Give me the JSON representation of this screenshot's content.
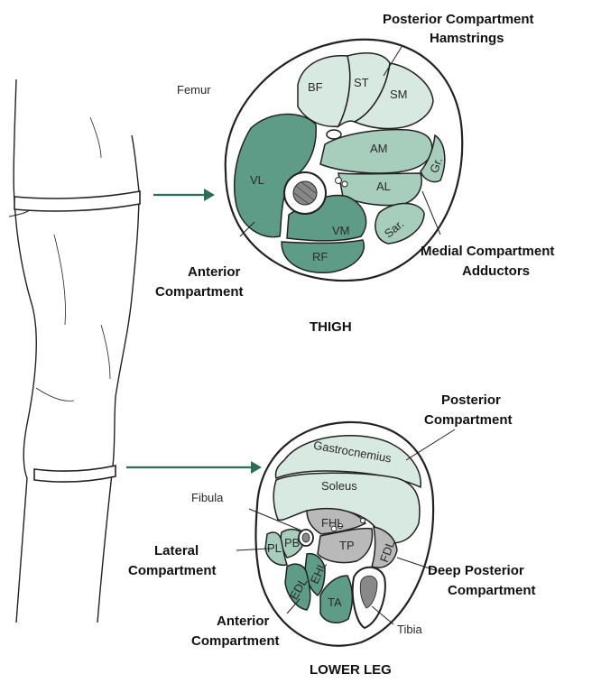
{
  "colors": {
    "posterior": "#d7e9e0",
    "anterior": "#5f9c87",
    "medial": "#a7cdbd",
    "deep": "#b9b9b9",
    "outline": "#222222",
    "arrow": "#2c6e55"
  },
  "thigh": {
    "title": "THIGH",
    "femur_label": "Femur",
    "posterior_label": [
      "Posterior Compartment",
      "Hamstrings"
    ],
    "medial_label": [
      "Medial Compartment",
      "Adductors"
    ],
    "anterior_label": [
      "Anterior",
      "Compartment"
    ],
    "muscles": {
      "bf": "BF",
      "st": "ST",
      "sm": "SM",
      "am": "AM",
      "gr": "Gr.",
      "al": "AL",
      "sar": "Sar.",
      "vl": "VL",
      "vm": "VM",
      "rf": "RF"
    }
  },
  "leg": {
    "title": "LOWER LEG",
    "posterior_label": [
      "Posterior",
      "Compartment"
    ],
    "fibula_label": "Fibula",
    "lateral_label": [
      "Lateral",
      "Compartment"
    ],
    "deep_label": [
      "Deep Posterior",
      "Compartment"
    ],
    "anterior_label": [
      "Anterior",
      "Compartment"
    ],
    "tibia_label": "Tibia",
    "muscles": {
      "gastrocnemius": "Gastrocnemius",
      "soleus": "Soleus",
      "fhl": "FHL",
      "tp": "TP",
      "fdl": "FDL",
      "pb": "PB",
      "pl": "PL",
      "ehl": "EHL",
      "edl": "EDL",
      "ta": "TA"
    }
  }
}
